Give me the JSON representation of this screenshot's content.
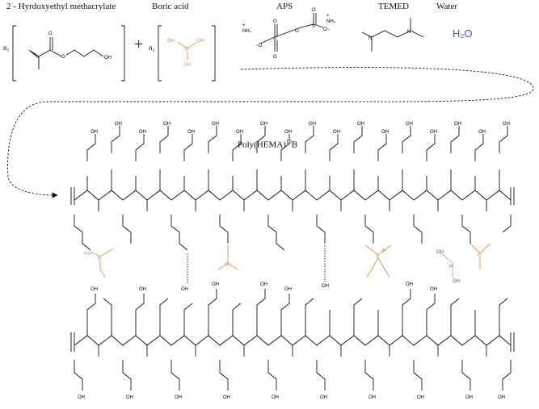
{
  "reagents": {
    "hema": {
      "label": "2 - Hyrdoxyethyl methacrylate",
      "coef": "n₁",
      "oh": "OH",
      "o": "O"
    },
    "plus": "+",
    "boric": {
      "label": "Boric acid",
      "coef": "n₂",
      "b": "B",
      "oh": "OH"
    },
    "aps": {
      "label": "APS",
      "nh4": "NH₄",
      "o": "O",
      "s": "S",
      "plus": "+",
      "minus": "−"
    },
    "temed": {
      "label": "TEMED",
      "n": "N"
    },
    "water": {
      "label": "Water",
      "formula": "H₂O"
    }
  },
  "product": {
    "label": "Poly(HEMA)",
    "isotope": "10",
    "element": "B"
  },
  "atoms": {
    "o": "O",
    "oh": "OH",
    "b": "B",
    "h": "H",
    "ho": "HO",
    "plus": "⊕"
  },
  "colors": {
    "borate": "#f28c3a",
    "water": "#3b5bdb",
    "bond": "#111111"
  }
}
